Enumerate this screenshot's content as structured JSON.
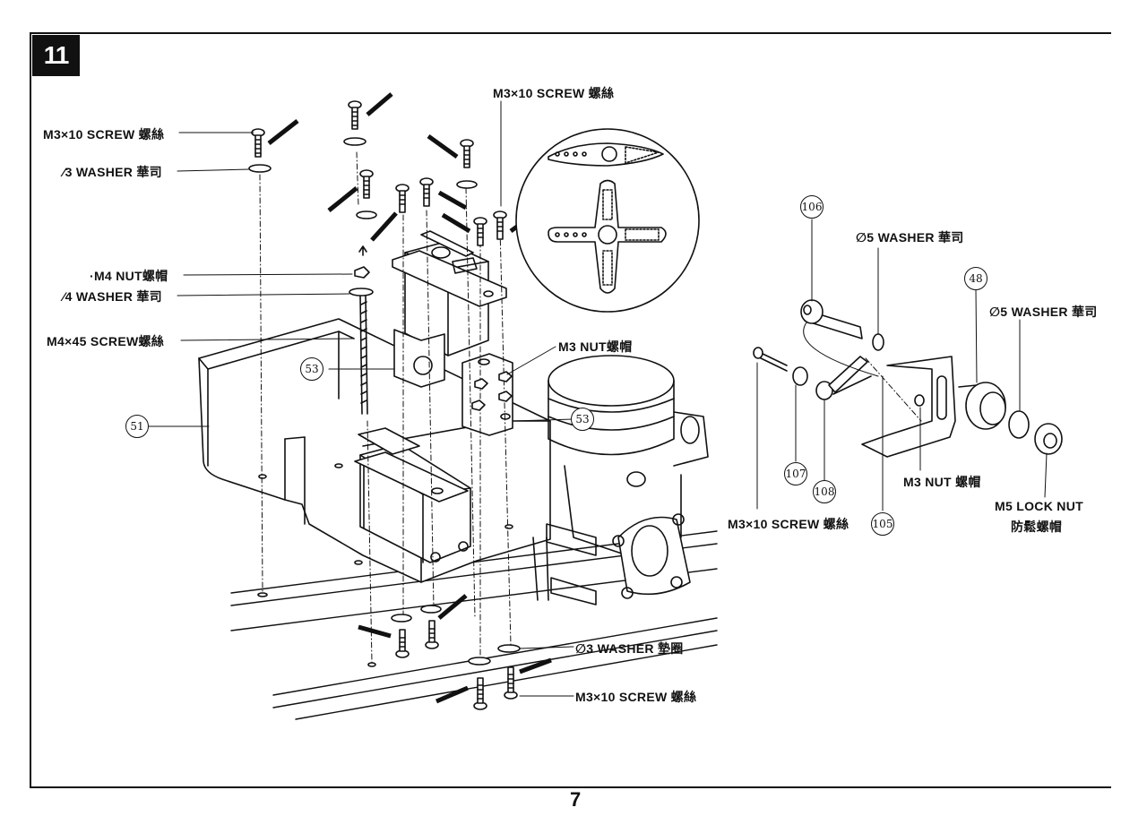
{
  "step_number": "11",
  "page_number": "7",
  "labels": {
    "screw_top_left": "M3×10 SCREW 螺絲",
    "washer_top_left": "⁄3 WASHER 華司",
    "m4_nut": "·M4 NUT螺帽",
    "washer_4": "⁄4 WASHER 華司",
    "m4x45_screw": "M4×45 SCREW螺絲",
    "screw_top_center": "M3×10 SCREW 螺絲",
    "m3_nut_center": "M3 NUT螺帽",
    "washer3_bottom": "∅3 WASHER 墊圈",
    "screw_bottom": "M3×10 SCREW 螺絲",
    "washer5_top": "∅5 WASHER 華司",
    "washer5_right": "∅5 WASHER 華司",
    "screw_right": "M3×10 SCREW 螺絲",
    "m3_nut_right": "M3 NUT 螺帽",
    "m5_lock_nut": "M5 LOCK NUT",
    "m5_lock_nut_cn": "防鬆螺帽"
  },
  "part_numbers": {
    "p51": "51",
    "p53a": "53",
    "p53b": "53",
    "p106": "106",
    "p48": "48",
    "p107": "107",
    "p108": "108",
    "p105": "105"
  }
}
